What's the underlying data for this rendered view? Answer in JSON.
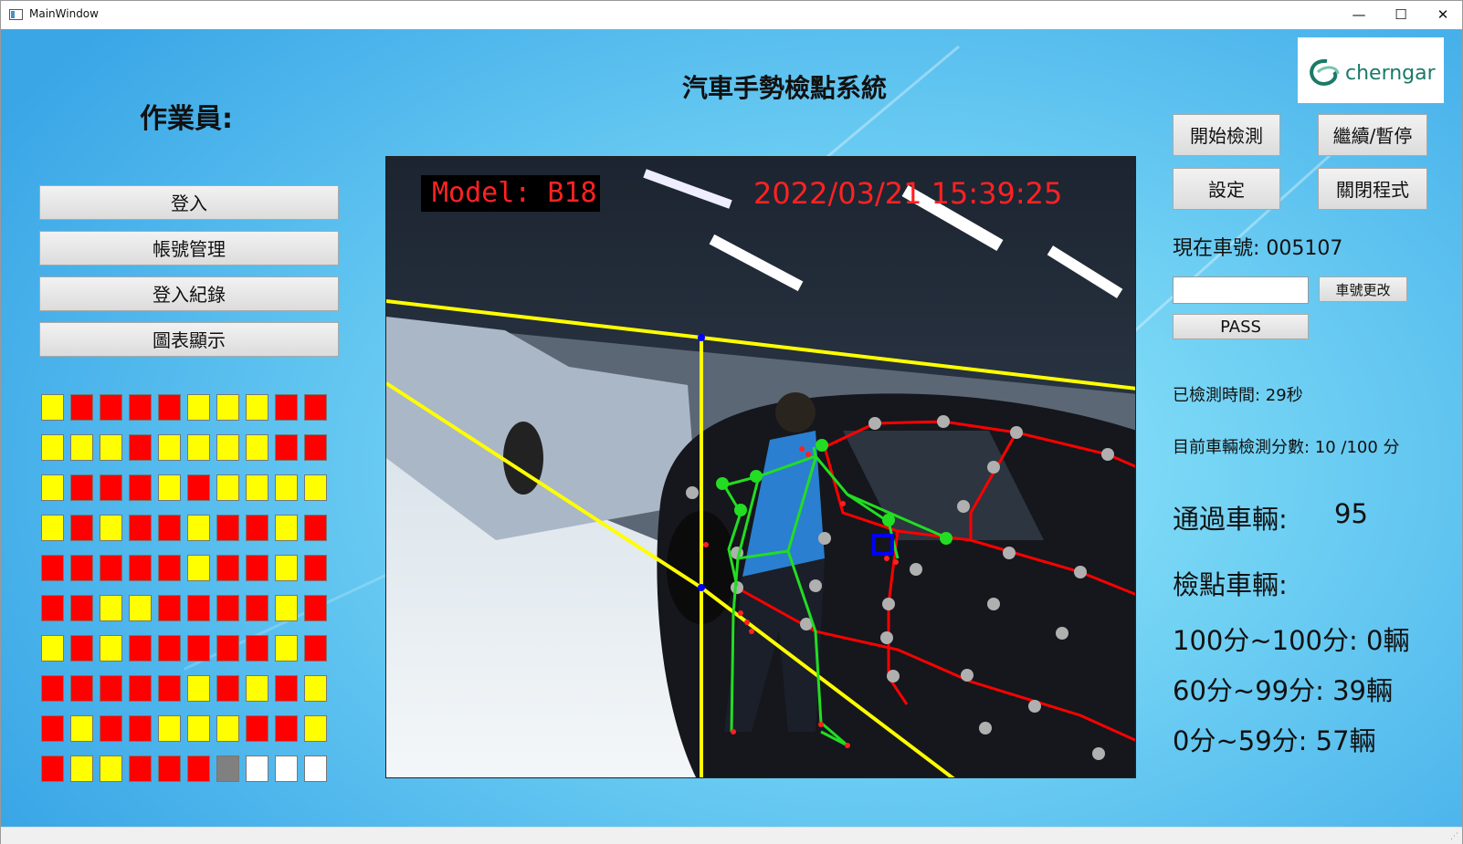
{
  "window": {
    "title": "MainWindow",
    "controls": {
      "minimize": "—",
      "maximize": "☐",
      "close": "✕"
    }
  },
  "header": {
    "system_title": "汽車手勢檢點系統",
    "operator_label": "作業員:"
  },
  "logo": {
    "text": "cherngar",
    "color": "#1a7a68"
  },
  "left_menu": {
    "login": "登入",
    "account_mgmt": "帳號管理",
    "login_records": "登入紀錄",
    "chart_display": "圖表顯示"
  },
  "status_grid": {
    "columns": 10,
    "cells": [
      "yellow",
      "red",
      "red",
      "red",
      "red",
      "yellow",
      "yellow",
      "yellow",
      "red",
      "red",
      "yellow",
      "yellow",
      "yellow",
      "red",
      "yellow",
      "yellow",
      "yellow",
      "yellow",
      "red",
      "red",
      "yellow",
      "red",
      "red",
      "red",
      "yellow",
      "red",
      "yellow",
      "yellow",
      "yellow",
      "yellow",
      "yellow",
      "red",
      "yellow",
      "red",
      "red",
      "yellow",
      "red",
      "red",
      "yellow",
      "red",
      "red",
      "red",
      "red",
      "red",
      "red",
      "yellow",
      "red",
      "red",
      "yellow",
      "red",
      "red",
      "red",
      "yellow",
      "yellow",
      "red",
      "red",
      "red",
      "red",
      "yellow",
      "red",
      "yellow",
      "red",
      "yellow",
      "red",
      "red",
      "red",
      "red",
      "red",
      "yellow",
      "red",
      "red",
      "red",
      "red",
      "red",
      "red",
      "yellow",
      "red",
      "yellow",
      "red",
      "yellow",
      "red",
      "yellow",
      "red",
      "red",
      "yellow",
      "yellow",
      "yellow",
      "red",
      "red",
      "yellow",
      "red",
      "yellow",
      "yellow",
      "red",
      "red",
      "red",
      "gray",
      "white",
      "white",
      "white"
    ],
    "colors": {
      "yellow": "#ffff00",
      "red": "#ff0000",
      "gray": "#808080",
      "white": "#ffffff"
    }
  },
  "video": {
    "model_label": "Model:  B18",
    "timestamp": "2022/03/21  15:39:25",
    "overlay_colors": {
      "zone": "#ffff00",
      "contour": "#ff0000",
      "skeleton": "#22dd22",
      "points": "#b0b0b0",
      "hand_box": "#0000ff"
    }
  },
  "controls": {
    "start_detection": "開始檢測",
    "continue_pause": "繼續/暫停",
    "settings": "設定",
    "close_program": "關閉程式",
    "current_car_label": "現在車號: 005107",
    "car_number_input": "",
    "change_car_button": "車號更改",
    "pass_button": "PASS"
  },
  "stats": {
    "elapsed": "已檢測時間: 29秒",
    "current_score": "目前車輛檢測分數: 10 /100 分",
    "passed_label": "通過車輛:",
    "passed_count": "95",
    "checked_label": "檢點車輛:",
    "range_100": "100分~100分: 0輛",
    "range_60": "60分~99分: 39輛",
    "range_0": "0分~59分: 57輛"
  }
}
